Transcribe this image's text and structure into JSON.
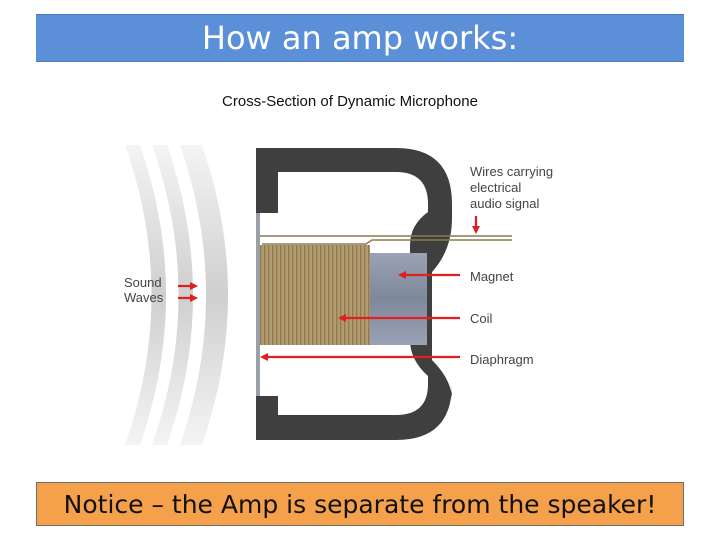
{
  "slide": {
    "title": "How an amp works:",
    "notice": "Notice – the Amp is separate from the speaker!"
  },
  "diagram": {
    "heading": "Cross-Section of Dynamic Microphone",
    "labels": {
      "sound_waves": [
        "Sound",
        "Waves"
      ],
      "wires": [
        "Wires carrying",
        "electrical",
        "audio signal"
      ],
      "magnet": "Magnet",
      "coil": "Coil",
      "diaphragm": "Diaphragm"
    }
  },
  "colors": {
    "title_bar": "#5b8fd8",
    "notice_bar": "#f5a04a",
    "housing": "#3f3f3f",
    "coil": "#b79e74",
    "magnet": "#8a93a6",
    "arrow": "#e02020",
    "wave": "#d8d8d8"
  }
}
